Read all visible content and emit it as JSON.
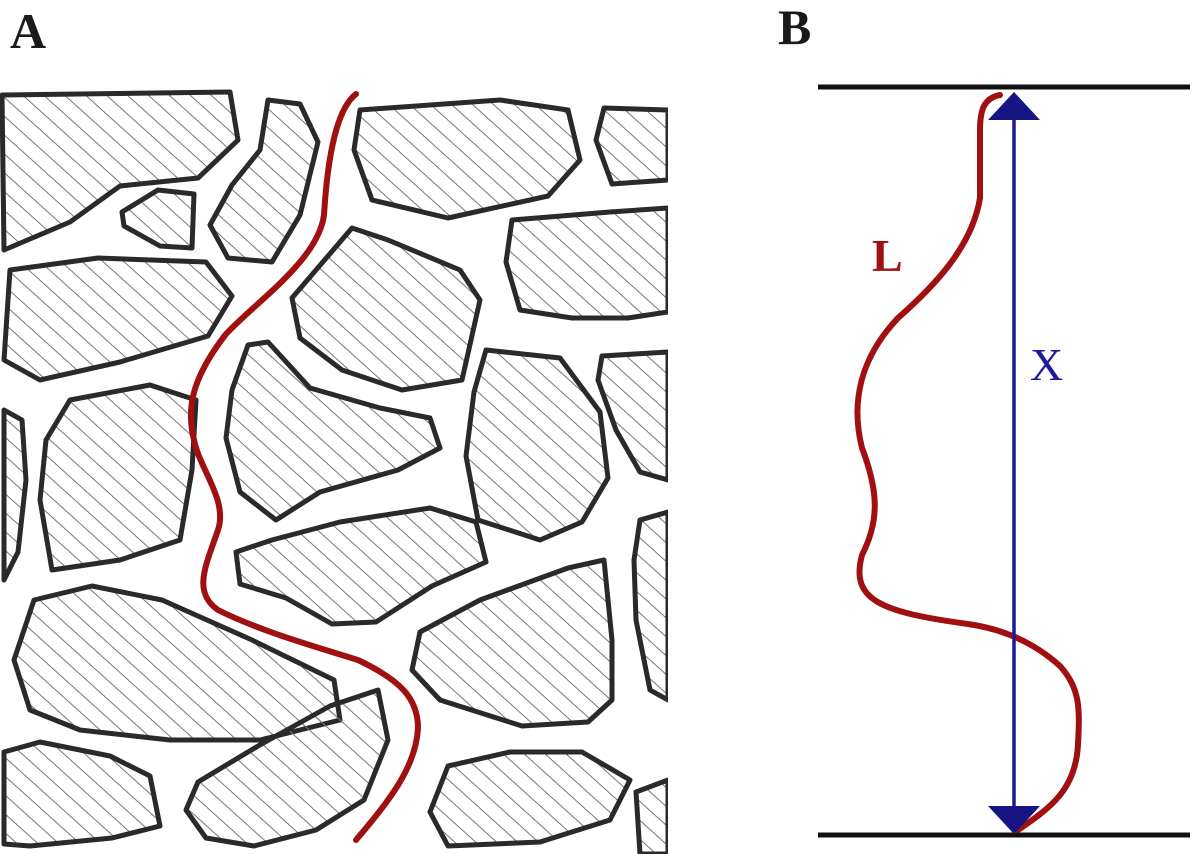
{
  "panels": {
    "a": {
      "label": "A"
    },
    "b": {
      "label": "B"
    }
  },
  "annotations": {
    "path_length_label": "L",
    "straight_distance_label": "X"
  },
  "colors": {
    "tortuous_path": "#a01010",
    "straight_distance": "#1a1a9a",
    "grain_outline": "#2a2a2a",
    "grain_hatch": "#7a7a7a",
    "boundary_lines": "#111111"
  }
}
